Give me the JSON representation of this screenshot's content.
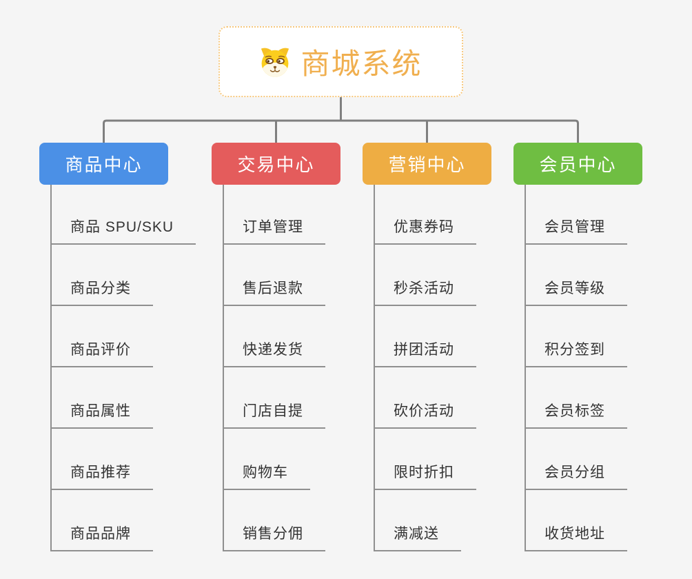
{
  "root": {
    "title": "商城系统",
    "icon": "dog-face-icon"
  },
  "branches": [
    {
      "label": "商品中心",
      "color": "#4B90E6",
      "children": [
        "商品 SPU/SKU",
        "商品分类",
        "商品评价",
        "商品属性",
        "商品推荐",
        "商品品牌"
      ]
    },
    {
      "label": "交易中心",
      "color": "#E45C5C",
      "children": [
        "订单管理",
        "售后退款",
        "快递发货",
        "门店自提",
        "购物车",
        "销售分佣"
      ]
    },
    {
      "label": "营销中心",
      "color": "#EEAD43",
      "children": [
        "优惠券码",
        "秒杀活动",
        "拼团活动",
        "砍价活动",
        "限时折扣",
        "满减送"
      ]
    },
    {
      "label": "会员中心",
      "color": "#6FBE42",
      "children": [
        "会员管理",
        "会员等级",
        "积分签到",
        "会员标签",
        "会员分组",
        "收货地址"
      ]
    }
  ],
  "colors": {
    "background": "#F5F5F5",
    "connector": "#7F7F7F",
    "leaf_line": "#8F8F8F",
    "leaf_text": "#333333",
    "root_text": "#F0AF4F",
    "root_border": "#F7C87D",
    "node_text": "#FFFFFF"
  }
}
